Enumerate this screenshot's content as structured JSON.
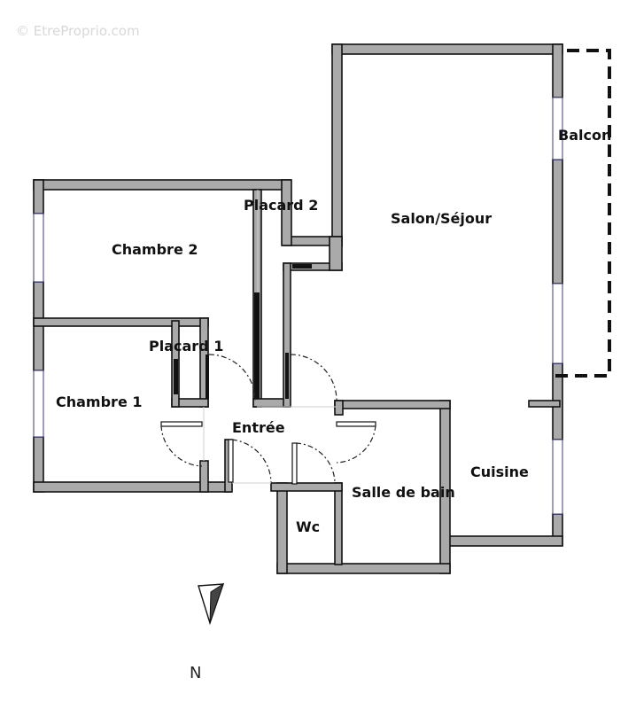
{
  "watermark": "© EtreProprio.com",
  "rooms": {
    "balcon": "Balcon",
    "placard2": "Placard 2",
    "salon": "Salon/Séjour",
    "chambre2": "Chambre 2",
    "placard1": "Placard 1",
    "chambre1": "Chambre 1",
    "entree": "Entrée",
    "cuisine": "Cuisine",
    "salle_de_bain": "Salle de bain",
    "wc": "Wc"
  },
  "compass": {
    "label": "N"
  },
  "colors": {
    "wall_fill": "#aaaaaa",
    "wall_stroke": "#111111",
    "window": "#3a3a8a"
  }
}
